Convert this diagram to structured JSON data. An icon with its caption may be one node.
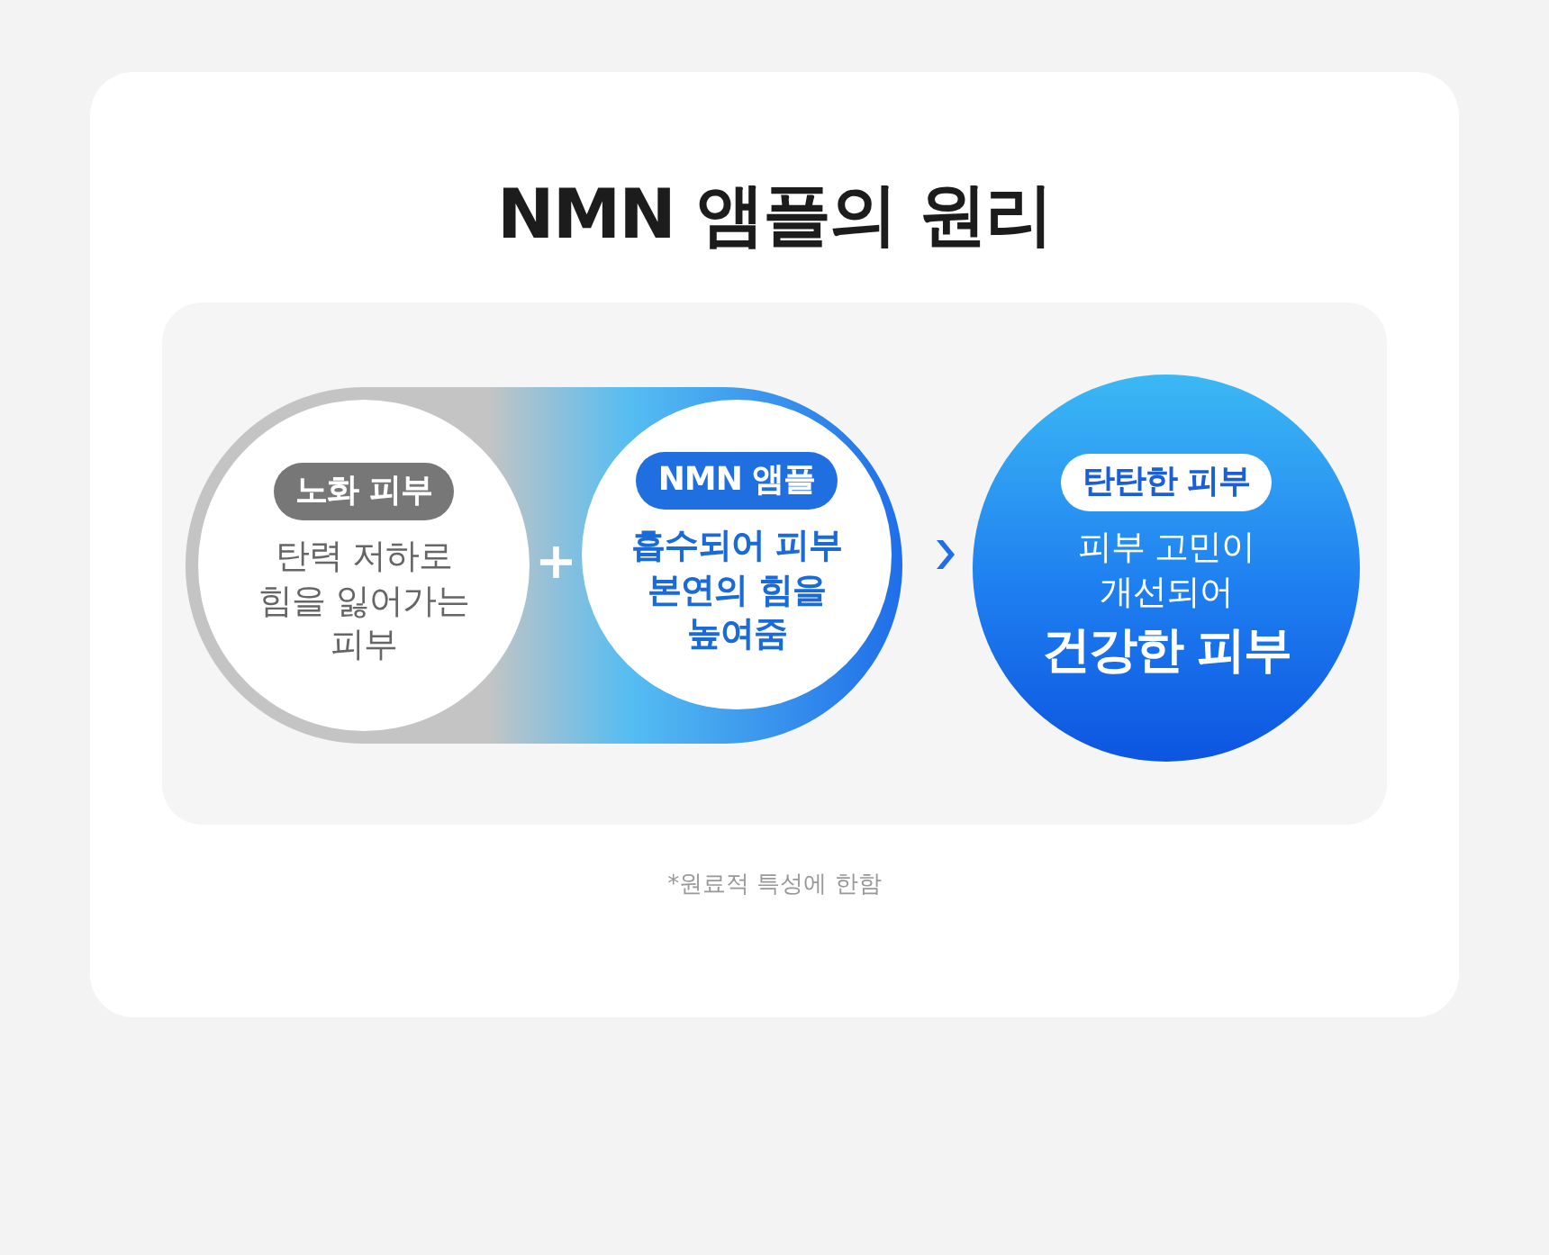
{
  "diagram": {
    "title": "NMN 앰플의 원리",
    "nodes": [
      {
        "text": [
          "노화 피부",
          "탄력 저하로 힘을 잃어가는 피부"
        ]
      },
      {
        "text": [
          "NMN 앰플",
          "흡수되어 피부 본연의 힘을 높여줌"
        ]
      },
      {
        "text": [
          "탄탄한 피부",
          "피부 고민이 개선되어",
          "건강한 피부"
        ]
      }
    ],
    "edges": [
      {
        "from": 1,
        "to": 2,
        "arrow": "to"
      }
    ],
    "labels": [
      "+"
    ],
    "caption": "*원료적 특성에 한함"
  }
}
